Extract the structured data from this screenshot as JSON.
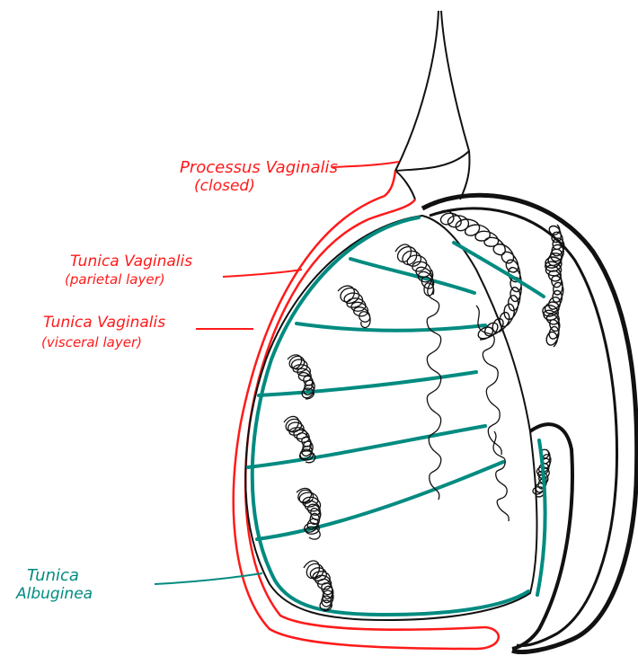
{
  "labels": {
    "processus_line1": "Processus Vaginalis",
    "processus_line2": "(closed)",
    "parietal_line1": "Tunica Vaginalis",
    "parietal_line2": "(parietal layer)",
    "visceral_line1": "Tunica Vaginalis",
    "visceral_line2": "(visceral layer)",
    "albuginea_line1": "Tunica",
    "albuginea_line2": "Albuginea"
  },
  "colors": {
    "tunica_vaginalis": "#ff1a1a",
    "tunica_albuginea": "#008b80",
    "outline": "#111111"
  }
}
